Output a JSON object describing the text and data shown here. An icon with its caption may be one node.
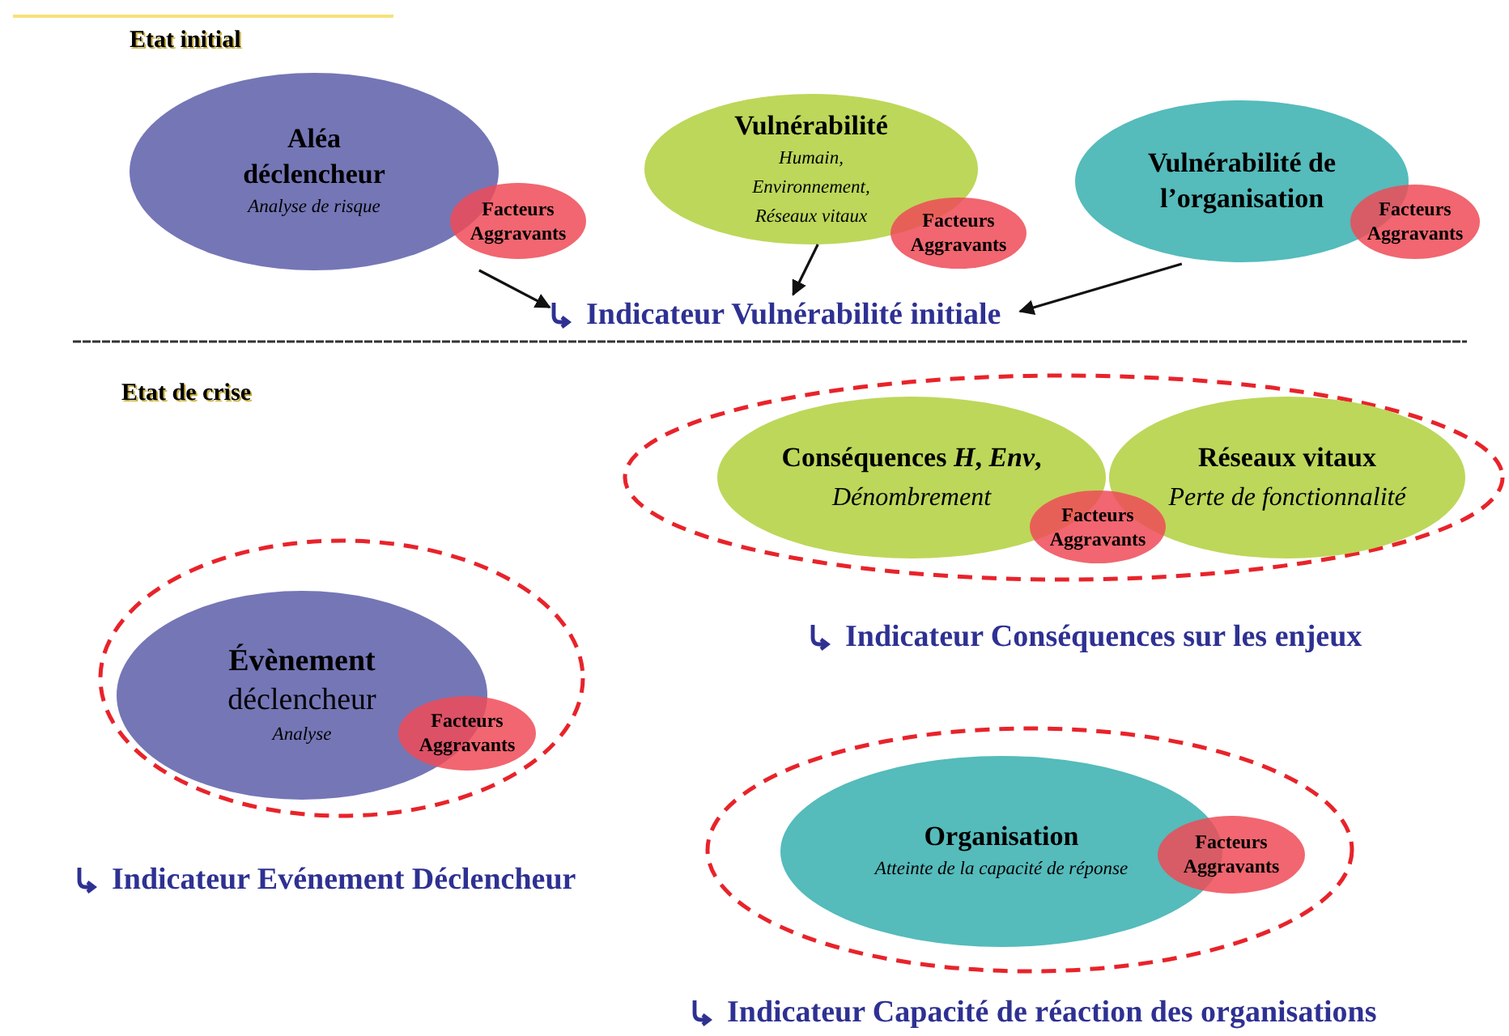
{
  "diagram": {
    "nodes": [
      {
        "text": [
          "Aléa déclencheur",
          "Analyse de risque"
        ]
      },
      {
        "text": [
          "Facteurs Aggravants"
        ]
      },
      {
        "text": [
          "Vulnérabilité",
          "Humain, Environnement, Réseaux vitaux"
        ]
      },
      {
        "text": [
          "Facteurs Aggravants"
        ]
      },
      {
        "text": [
          "Vulnérabilité de l’organisation"
        ]
      },
      {
        "text": [
          "Facteurs Aggravants"
        ]
      },
      {
        "text": [
          "Indicateur Vulnérabilité initiale"
        ]
      },
      {
        "text": [],
        "shape": "ellipse"
      },
      {
        "text": [
          "Conséquences *H*, *Env*,",
          "Dénombrement"
        ],
        "in": 7
      },
      {
        "text": [
          "Réseaux vitaux",
          "Perte de fonctionnalité"
        ],
        "in": 7
      },
      {
        "text": [
          "Facteurs Aggravants"
        ],
        "in": 7
      },
      {
        "text": [],
        "shape": "ellipse"
      },
      {
        "text": [
          "**Évènement** déclencheur",
          "Analyse"
        ],
        "in": 11
      },
      {
        "text": [
          "Facteurs Aggravants"
        ],
        "in": 11
      },
      {
        "text": [],
        "shape": "ellipse"
      },
      {
        "text": [
          "Organisation",
          "Atteinte de la capacité de réponse"
        ],
        "in": 14
      },
      {
        "text": [
          "Facteurs Aggravants"
        ],
        "in": 14
      }
    ],
    "edges": [
      {
        "from": 0,
        "to": 6,
        "arrow": "to"
      },
      {
        "from": 2,
        "to": 6,
        "arrow": "to"
      },
      {
        "from": 4,
        "to": 6,
        "arrow": "to"
      }
    ],
    "labels": [
      "Etat initial",
      "Etat de crise",
      "Indicateur Conséquences sur les enjeux",
      "Indicateur Evénement Déclencheur",
      "Indicateur Capacité de réaction des organisations"
    ]
  }
}
